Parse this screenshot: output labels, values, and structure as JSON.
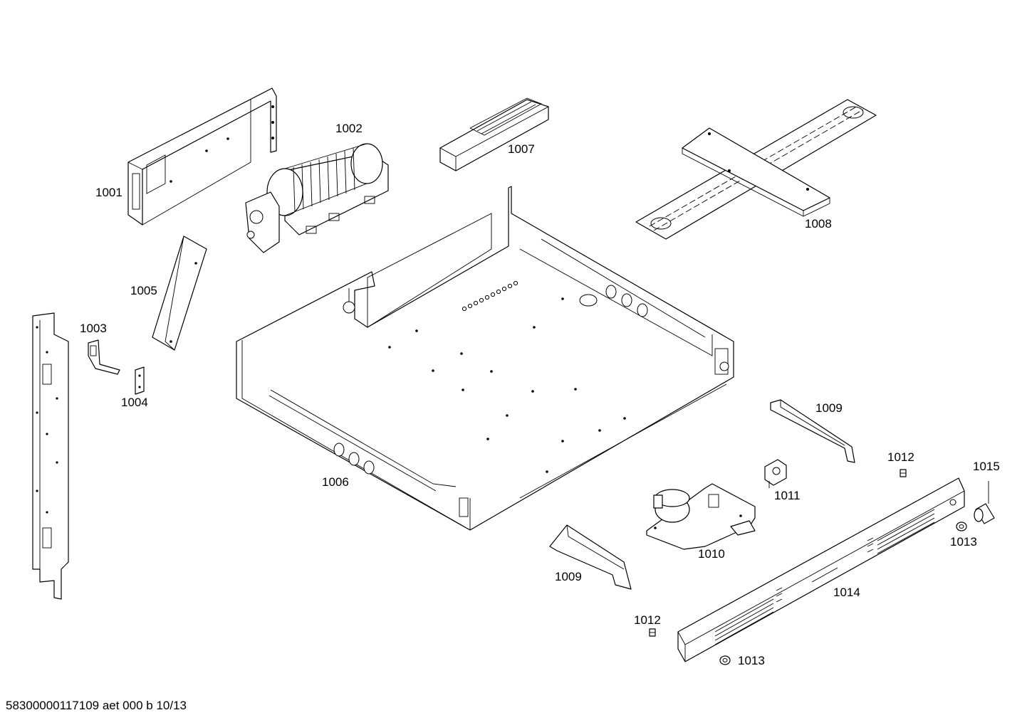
{
  "diagram": {
    "callouts": [
      {
        "id": "c1001",
        "label": "1001"
      },
      {
        "id": "c1002",
        "label": "1002"
      },
      {
        "id": "c1007",
        "label": "1007"
      },
      {
        "id": "c1008",
        "label": "1008"
      },
      {
        "id": "c1005",
        "label": "1005"
      },
      {
        "id": "c1003",
        "label": "1003"
      },
      {
        "id": "c1004",
        "label": "1004"
      },
      {
        "id": "c1006",
        "label": "1006"
      },
      {
        "id": "c1009a",
        "label": "1009"
      },
      {
        "id": "c1012a",
        "label": "1012"
      },
      {
        "id": "c1015",
        "label": "1015"
      },
      {
        "id": "c1011",
        "label": "1011"
      },
      {
        "id": "c1013a",
        "label": "1013"
      },
      {
        "id": "c1010",
        "label": "1010"
      },
      {
        "id": "c1009b",
        "label": "1009"
      },
      {
        "id": "c1014",
        "label": "1014"
      },
      {
        "id": "c1012b",
        "label": "1012"
      },
      {
        "id": "c1013b",
        "label": "1013"
      }
    ],
    "document_reference": "58300000117109 aet 000 b 10/13"
  }
}
